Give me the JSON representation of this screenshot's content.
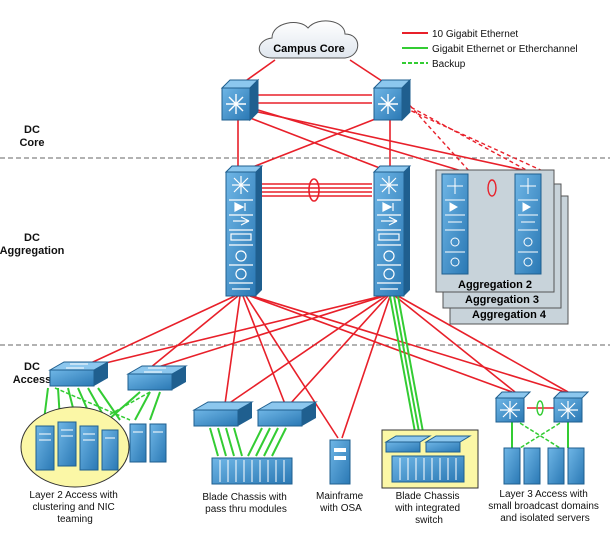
{
  "legend": {
    "items": [
      {
        "label": "10 Gigabit Ethernet",
        "color": "#e8202a",
        "style": "solid"
      },
      {
        "label": "Gigabit Ethernet or Etherchannel",
        "color": "#33cc33",
        "style": "solid"
      },
      {
        "label": "Backup",
        "color": "#33cc33",
        "style": "dashed"
      }
    ]
  },
  "cloud_label": "Campus Core",
  "layers": {
    "core": [
      "DC",
      "Core"
    ],
    "aggregation": [
      "DC",
      "Aggregation"
    ],
    "access": [
      "DC",
      "Access"
    ]
  },
  "aggregation_modules": [
    "Aggregation 2",
    "Aggregation 3",
    "Aggregation 4"
  ],
  "access_captions": [
    [
      "Layer 2 Access with",
      "clustering and NIC",
      "teaming"
    ],
    [
      "Blade Chassis with",
      "pass thru modules"
    ],
    [
      "Mainframe",
      "with OSA"
    ],
    [
      "Blade Chassis",
      "with integrated",
      "switch"
    ],
    [
      "Layer 3 Access with",
      "small broadcast domains",
      "and isolated servers"
    ]
  ],
  "colors": {
    "red_link": "#e8202a",
    "green_link": "#33cc33",
    "device_blue": "#3b8ec6",
    "device_dark": "#1f5f8f",
    "highlight": "#fbf7a6",
    "agg_panel": "#c8d3da"
  },
  "icons": [
    "cloud-icon",
    "multilayer-switch-icon",
    "workgroup-switch-icon",
    "server-icon",
    "blade-chassis-icon",
    "mainframe-icon"
  ]
}
